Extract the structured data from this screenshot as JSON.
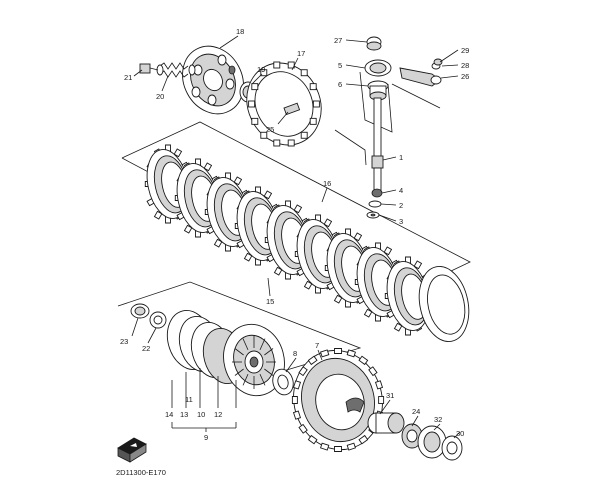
{
  "diagram": {
    "code": "2D11300-E170",
    "labels": {
      "p1": "1",
      "p2": "2",
      "p3": "3",
      "p4": "4",
      "p5": "5",
      "p6": "6",
      "p7": "7",
      "p8": "8",
      "p9": "9",
      "p10": "10",
      "p11": "11",
      "p12": "12",
      "p13": "13",
      "p14": "14",
      "p15": "15",
      "p16": "16",
      "p17": "17",
      "p18": "18",
      "p19": "19",
      "p20": "20",
      "p21": "21",
      "p22": "22",
      "p23": "23",
      "p24": "24",
      "p25": "25",
      "p26": "26",
      "p27": "27",
      "p28": "28",
      "p29": "29",
      "p30": "30",
      "p31": "31",
      "p32": "32"
    }
  }
}
